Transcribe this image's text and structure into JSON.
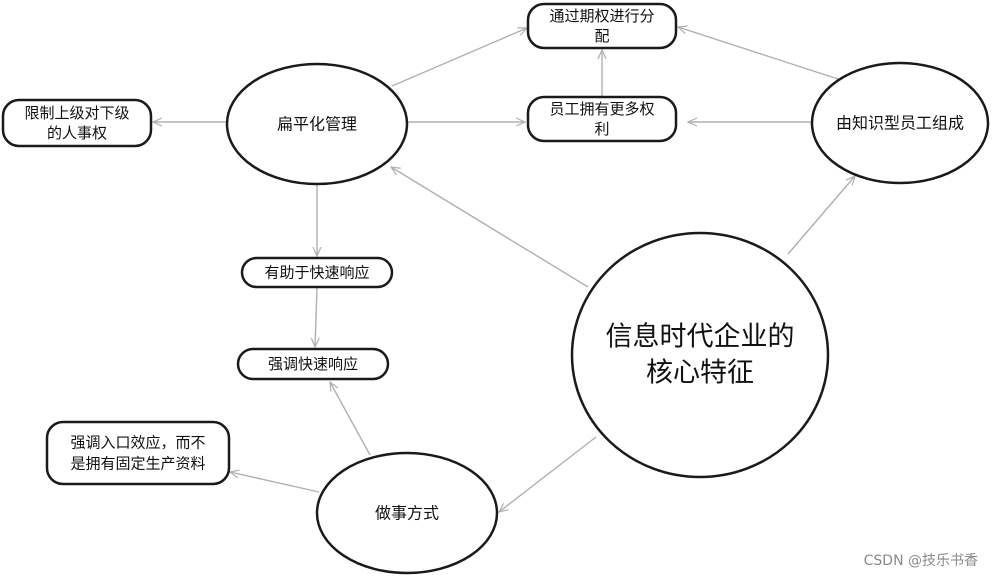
{
  "diagram": {
    "nodes": {
      "core": [
        "信息时代企业的",
        "核心特征"
      ],
      "flat_mgmt": [
        "扁平化管理"
      ],
      "knowledge_staff": [
        "由知识型员工组成"
      ],
      "doing_things": [
        "做事方式"
      ],
      "equity_dist": [
        "通过期权进行分",
        "配"
      ],
      "more_rights": [
        "员工拥有更多权",
        "利"
      ],
      "limit_power": [
        "限制上级对下级",
        "的人事权"
      ],
      "quick_response_help": [
        "有助于快速响应"
      ],
      "stress_quick": [
        "强调快速响应"
      ],
      "entry_effect": [
        "强调入口效应，而不",
        "是拥有固定生产资料"
      ]
    },
    "edges": [
      [
        "core",
        "flat_mgmt"
      ],
      [
        "core",
        "knowledge_staff"
      ],
      [
        "core",
        "doing_things"
      ],
      [
        "flat_mgmt",
        "equity_dist"
      ],
      [
        "flat_mgmt",
        "more_rights"
      ],
      [
        "flat_mgmt",
        "limit_power"
      ],
      [
        "flat_mgmt",
        "quick_response_help"
      ],
      [
        "quick_response_help",
        "stress_quick"
      ],
      [
        "knowledge_staff",
        "equity_dist"
      ],
      [
        "knowledge_staff",
        "more_rights"
      ],
      [
        "more_rights",
        "equity_dist"
      ],
      [
        "doing_things",
        "stress_quick"
      ],
      [
        "doing_things",
        "entry_effect"
      ]
    ]
  },
  "watermark": "CSDN @技乐书香",
  "colors": {
    "stroke": "#1a1a1a",
    "edge": "#b0b0b0",
    "fill": "#ffffff"
  }
}
